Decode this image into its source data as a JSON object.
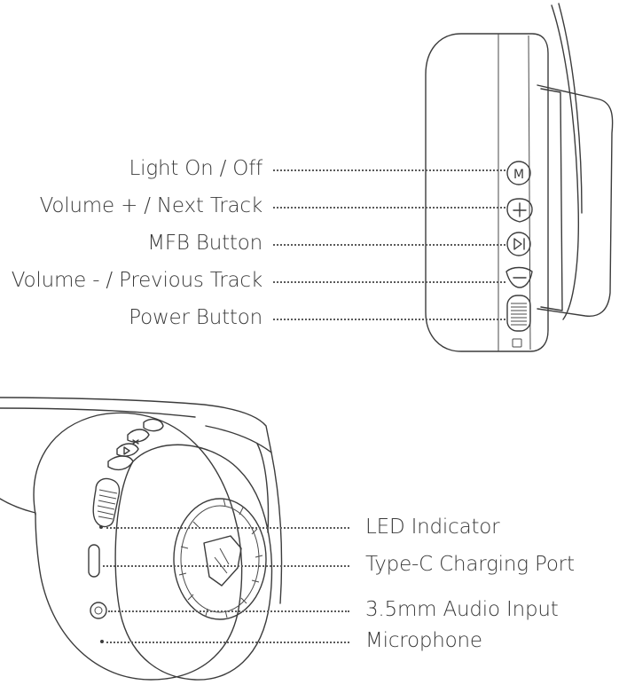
{
  "top_view": {
    "callouts": [
      {
        "id": "light",
        "label": "Light On / Off",
        "button_glyph": "M",
        "icon": "m-button-icon"
      },
      {
        "id": "vol-up",
        "label": "Volume + / Next Track",
        "button_glyph": "+",
        "icon": "plus-button-icon"
      },
      {
        "id": "mfb",
        "label": "MFB Button",
        "button_glyph": "",
        "icon": "play-pause-button-icon"
      },
      {
        "id": "vol-down",
        "label": "Volume - / Previous Track",
        "button_glyph": "",
        "icon": "minus-button-icon"
      },
      {
        "id": "power",
        "label": "Power Button",
        "button_glyph": "",
        "icon": "power-slider-icon"
      }
    ]
  },
  "bottom_view": {
    "callouts": [
      {
        "id": "led",
        "label": "LED Indicator",
        "icon": "led-dot-icon"
      },
      {
        "id": "typec",
        "label": "Type-C Charging Port",
        "icon": "usb-c-port-icon"
      },
      {
        "id": "audio",
        "label": "3.5mm Audio Input",
        "icon": "audio-jack-icon"
      },
      {
        "id": "mic",
        "label": "Microphone",
        "icon": "microphone-hole-icon"
      }
    ]
  },
  "colors": {
    "line": "#3c3c3c",
    "text": "#3a3a3a",
    "background": "#ffffff"
  }
}
